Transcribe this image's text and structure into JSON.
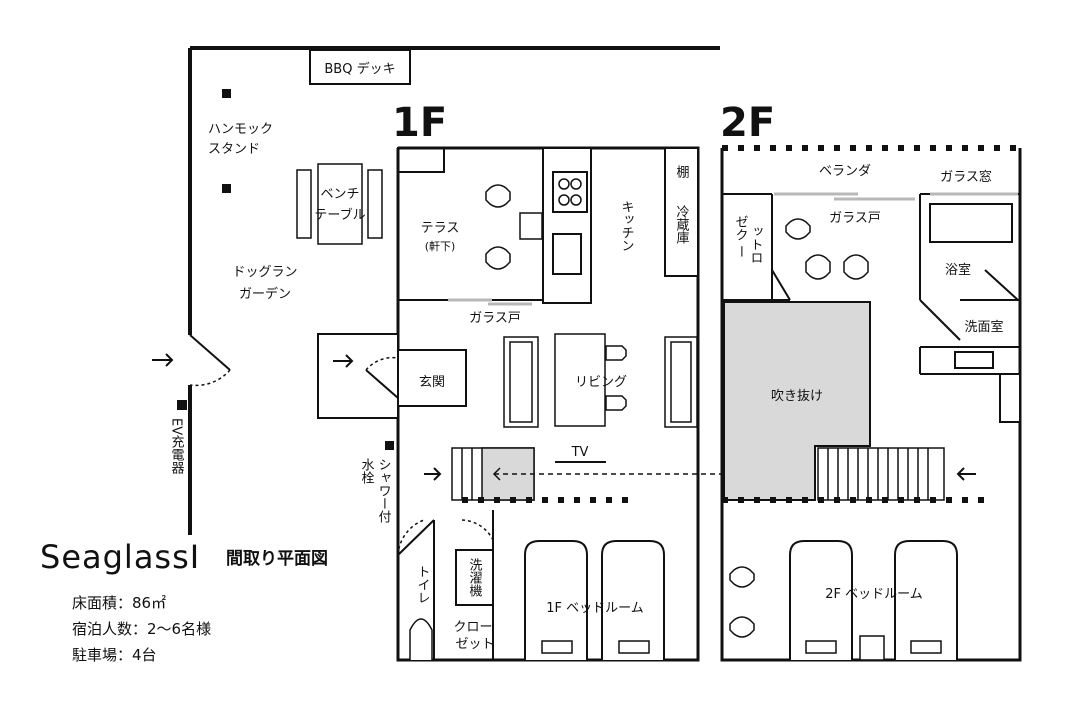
{
  "colors": {
    "wall": "#111111",
    "void_fill": "#d9d9d9",
    "glass": "#b8b8b8"
  },
  "floors": {
    "f1": "1F",
    "f2": "2F"
  },
  "outdoor": {
    "bbq_deck": "BBQ デッキ",
    "hammock_stand": [
      "ハンモック",
      "スタンド"
    ],
    "bench_table": [
      "ベンチ",
      "テーブル"
    ],
    "dog_run": [
      "ドッグラン",
      "ガーデン"
    ],
    "ev_charger": "EV充電器",
    "faucet": "水栓",
    "shower": "シャワー付"
  },
  "rooms_1f": {
    "terrace": "テラス",
    "terrace_sub": "(軒下)",
    "glass_door": "ガラス戸",
    "kitchen": "キッチン",
    "shelf": "棚",
    "fridge": "冷蔵庫",
    "entrance": "玄関",
    "living": "リビング",
    "tv": "TV",
    "toilet": "トイレ",
    "washer": "洗濯機",
    "closet": [
      "クロー",
      "ゼット"
    ],
    "bedroom": "1F ベッドルーム"
  },
  "rooms_2f": {
    "veranda": "ベランダ",
    "glass_window": "ガラス窓",
    "glass_door": "ガラス戸",
    "closet_vertical": [
      "ゼク",
      "ットロ",
      "ー"
    ],
    "bath": "浴室",
    "washroom": "洗面室",
    "void": "吹き抜け",
    "bedroom": "2F ベッドルーム"
  },
  "title": {
    "name": "SeaglassⅠ",
    "subtitle": "間取り平面図"
  },
  "info": [
    "床面積：86㎡",
    "宿泊人数：2〜6名様",
    "駐車場：4台"
  ]
}
